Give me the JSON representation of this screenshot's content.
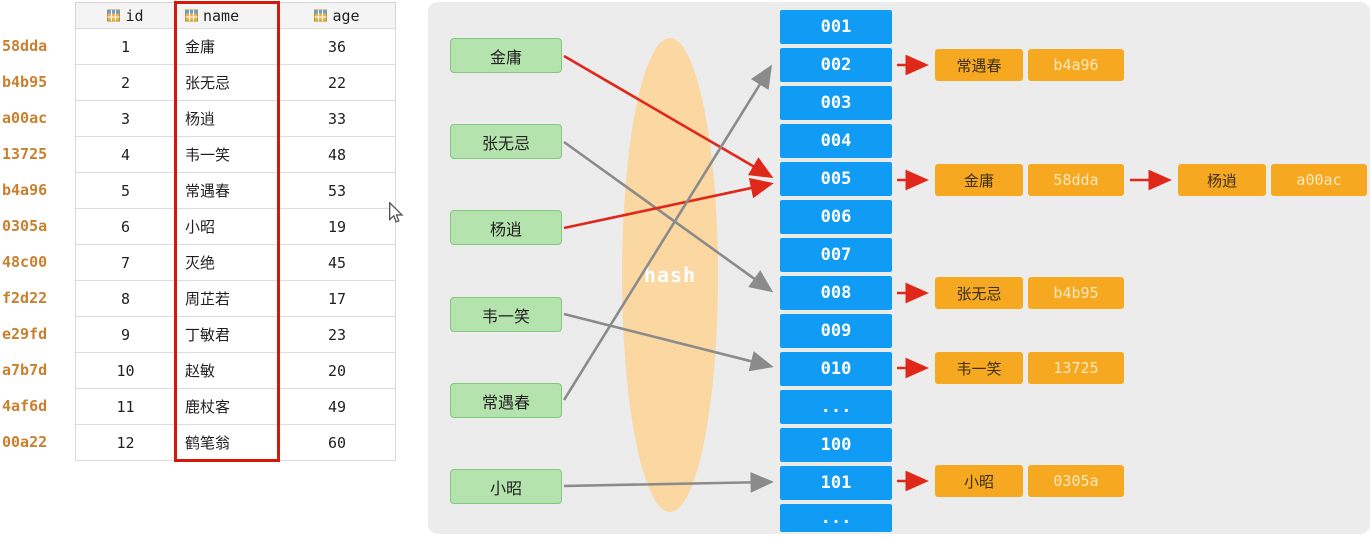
{
  "table": {
    "columns": [
      {
        "label": "id"
      },
      {
        "label": "name"
      },
      {
        "label": "age"
      }
    ],
    "hash_labels": [
      "58dda",
      "b4b95",
      "a00ac",
      "13725",
      "b4a96",
      "0305a",
      "48c00",
      "f2d22",
      "e29fd",
      "a7b7d",
      "4af6d",
      "00a22"
    ],
    "rows": [
      {
        "id": "1",
        "name": "金庸",
        "age": "36"
      },
      {
        "id": "2",
        "name": "张无忌",
        "age": "22"
      },
      {
        "id": "3",
        "name": "杨逍",
        "age": "33"
      },
      {
        "id": "4",
        "name": "韦一笑",
        "age": "48"
      },
      {
        "id": "5",
        "name": "常遇春",
        "age": "53"
      },
      {
        "id": "6",
        "name": "小昭",
        "age": "19"
      },
      {
        "id": "7",
        "name": "灭绝",
        "age": "45"
      },
      {
        "id": "8",
        "name": "周芷若",
        "age": "17"
      },
      {
        "id": "9",
        "name": "丁敏君",
        "age": "23"
      },
      {
        "id": "10",
        "name": "赵敏",
        "age": "20"
      },
      {
        "id": "11",
        "name": "鹿杖客",
        "age": "49"
      },
      {
        "id": "12",
        "name": "鹤笔翁",
        "age": "60"
      }
    ]
  },
  "diagram": {
    "hash_label": "hash",
    "keys": [
      "金庸",
      "张无忌",
      "杨逍",
      "韦一笑",
      "常遇春",
      "小昭"
    ],
    "slots": [
      "001",
      "002",
      "003",
      "004",
      "005",
      "006",
      "007",
      "008",
      "009",
      "010",
      "...",
      "100",
      "101",
      "..."
    ],
    "entries": [
      {
        "name": "常遇春",
        "hash": "b4a96"
      },
      {
        "name": "金庸",
        "hash": "58dda"
      },
      {
        "name": "杨逍",
        "hash": "a00ac"
      },
      {
        "name": "张无忌",
        "hash": "b4b95"
      },
      {
        "name": "韦一笑",
        "hash": "13725"
      },
      {
        "name": "小昭",
        "hash": "0305a"
      }
    ],
    "mappings": [
      {
        "key": "金庸",
        "slot": "005",
        "arrow_color": "red"
      },
      {
        "key": "张无忌",
        "slot": "008",
        "arrow_color": "gray"
      },
      {
        "key": "杨逍",
        "slot": "005",
        "arrow_color": "red"
      },
      {
        "key": "韦一笑",
        "slot": "010",
        "arrow_color": "gray"
      },
      {
        "key": "常遇春",
        "slot": "002",
        "arrow_color": "gray"
      },
      {
        "key": "小昭",
        "slot": "101",
        "arrow_color": "gray"
      }
    ],
    "chains": [
      {
        "slot": "002",
        "entries": [
          {
            "name": "常遇春",
            "hash": "b4a96"
          }
        ]
      },
      {
        "slot": "005",
        "entries": [
          {
            "name": "金庸",
            "hash": "58dda"
          },
          {
            "name": "杨逍",
            "hash": "a00ac"
          }
        ]
      },
      {
        "slot": "008",
        "entries": [
          {
            "name": "张无忌",
            "hash": "b4b95"
          }
        ]
      },
      {
        "slot": "010",
        "entries": [
          {
            "name": "韦一笑",
            "hash": "13725"
          }
        ]
      },
      {
        "slot": "101",
        "entries": [
          {
            "name": "小昭",
            "hash": "0305a"
          }
        ]
      }
    ],
    "colors": {
      "slot_blue": "#109bf4",
      "entry_orange": "#f6a821",
      "key_green": "#b5e3ad",
      "hash_capsule": "#fbd7a2",
      "arrow_red": "#e0281a",
      "arrow_gray": "#8b8b8b",
      "highlight_red": "#d2190b",
      "hash_label_orange": "#c9802e",
      "panel_gray": "#ececec"
    }
  }
}
